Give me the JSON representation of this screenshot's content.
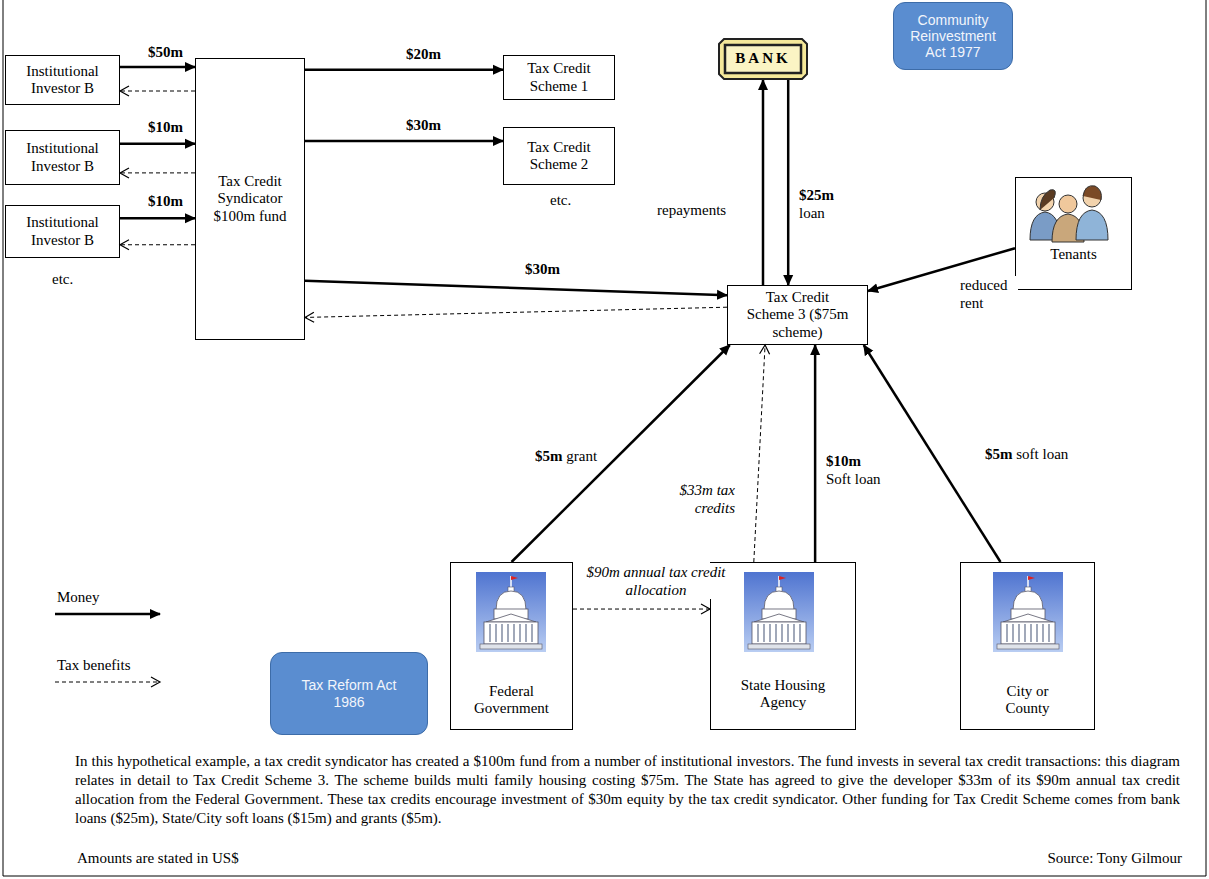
{
  "diagram": {
    "caption": "In this hypothetical example, a tax credit syndicator has created a $100m fund from a number of institutional investors. The fund invests in several tax credit transactions: this diagram relates in detail to Tax Credit Scheme 3. The scheme builds multi family housing costing $75m. The State has agreed to give the developer $33m of its $90m annual tax credit allocation from the Federal Government. These tax credits encourage investment of $30m equity by the tax credit syndicator. Other funding for Tax Credit Scheme comes from bank loans ($25m), State/City soft loans ($15m) and grants ($5m).",
    "nodes": [
      {
        "text": [
          "Institutional Investor B"
        ]
      },
      {
        "text": [
          "Institutional Investor B"
        ]
      },
      {
        "text": [
          "Institutional Investor B"
        ]
      },
      {
        "text": [
          "Tax Credit Syndicator $100m fund"
        ]
      },
      {
        "text": [
          "Tax Credit Scheme 1"
        ]
      },
      {
        "text": [
          "Tax Credit Scheme 2"
        ]
      },
      {
        "text": [
          "BANK"
        ]
      },
      {
        "text": [
          "Community Reinvestment Act 1977"
        ]
      },
      {
        "text": [
          "Tenants"
        ]
      },
      {
        "text": [
          "Tax Credit Scheme 3 ($75m scheme)"
        ]
      },
      {
        "text": [
          "Tax Reform Act 1986"
        ]
      },
      {
        "text": [
          "Federal Government"
        ]
      },
      {
        "text": [
          "State Housing Agency"
        ]
      },
      {
        "text": [
          "City or County"
        ]
      }
    ],
    "edges": [
      {
        "from": 0,
        "to": 3,
        "arrow": "to",
        "label": "$50m"
      },
      {
        "from": 3,
        "to": 0,
        "arrow": "to"
      },
      {
        "from": 1,
        "to": 3,
        "arrow": "to",
        "label": "$10m"
      },
      {
        "from": 3,
        "to": 1,
        "arrow": "to"
      },
      {
        "from": 2,
        "to": 3,
        "arrow": "to",
        "label": "$10m"
      },
      {
        "from": 3,
        "to": 2,
        "arrow": "to"
      },
      {
        "from": 3,
        "to": 4,
        "arrow": "to",
        "label": "$20m"
      },
      {
        "from": 3,
        "to": 5,
        "arrow": "to",
        "label": "$30m"
      },
      {
        "from": 3,
        "to": 9,
        "arrow": "to",
        "label": "$30m"
      },
      {
        "from": 9,
        "to": 3,
        "arrow": "to"
      },
      {
        "from": 9,
        "to": 6,
        "arrow": "to",
        "label": "repayments"
      },
      {
        "from": 6,
        "to": 9,
        "arrow": "to",
        "label": "$25m loan"
      },
      {
        "from": 8,
        "to": 9,
        "arrow": "to",
        "label": "reduced rent"
      },
      {
        "from": 11,
        "to": 9,
        "arrow": "to",
        "label": "$5m grant"
      },
      {
        "from": 11,
        "to": 12,
        "arrow": "to",
        "label": "$90m annual tax credit allocation"
      },
      {
        "from": 12,
        "to": 9,
        "arrow": "to",
        "label": "$33m tax credits"
      },
      {
        "from": 12,
        "to": 9,
        "arrow": "to",
        "label": "$10m Soft loan"
      },
      {
        "from": 13,
        "to": 9,
        "arrow": "to",
        "label": "$5m soft loan"
      }
    ],
    "labels": [
      "etc.",
      "etc.",
      "Amounts are stated in US$",
      "Source: Tony Gilmour"
    ],
    "legend": [
      {
        "text": "Money"
      },
      {
        "text": "Tax benefits"
      }
    ]
  }
}
